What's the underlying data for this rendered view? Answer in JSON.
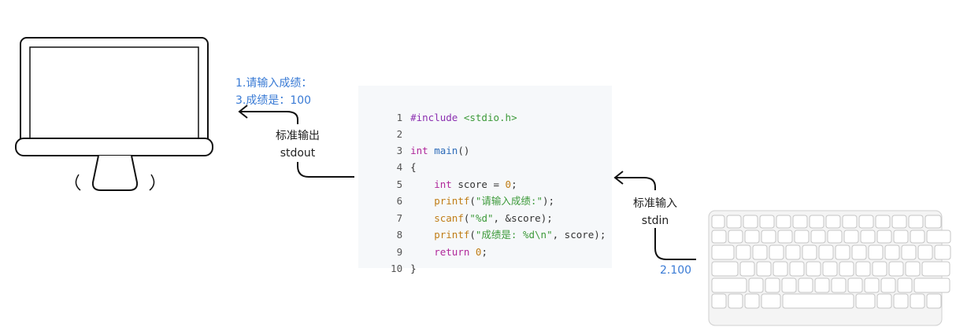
{
  "stdout_block": {
    "lines": [
      "1.请输入成绩：",
      "3.成绩是：100"
    ],
    "label_cn": "标准输出",
    "label_en": "stdout"
  },
  "stdin_block": {
    "label_cn": "标准输入",
    "label_en": "stdin",
    "input_value": "2.100"
  },
  "code": {
    "line_numbers": [
      "1",
      "2",
      "3",
      "4",
      "5",
      "6",
      "7",
      "8",
      "9",
      "10"
    ],
    "l1_pp": "#include",
    "l1_hdr": "<stdio.h>",
    "l3_type": "int",
    "l3_name": "main",
    "l3_rest": "()",
    "l4": "{",
    "l5_type": "int",
    "l5_rest": " score = ",
    "l5_num": "0",
    "l5_end": ";",
    "l6_fn": "printf",
    "l6_open": "(",
    "l6_str": "\"请输入成绩:\"",
    "l6_end": ");",
    "l7_fn": "scanf",
    "l7_open": "(",
    "l7_str": "\"%d\"",
    "l7_end": ", &score);",
    "l8_fn": "printf",
    "l8_open": "(",
    "l8_str": "\"成绩是: %d\\n\"",
    "l8_end": ", score);",
    "l9_kw": "return",
    "l9_num": "0",
    "l9_end": ";",
    "l10": "}"
  },
  "icons": [
    "monitor-icon",
    "keyboard-icon",
    "arrow-left-icon"
  ],
  "colors": {
    "output_text": "#3a7bd5",
    "code_bg": "#f6f8fa"
  }
}
